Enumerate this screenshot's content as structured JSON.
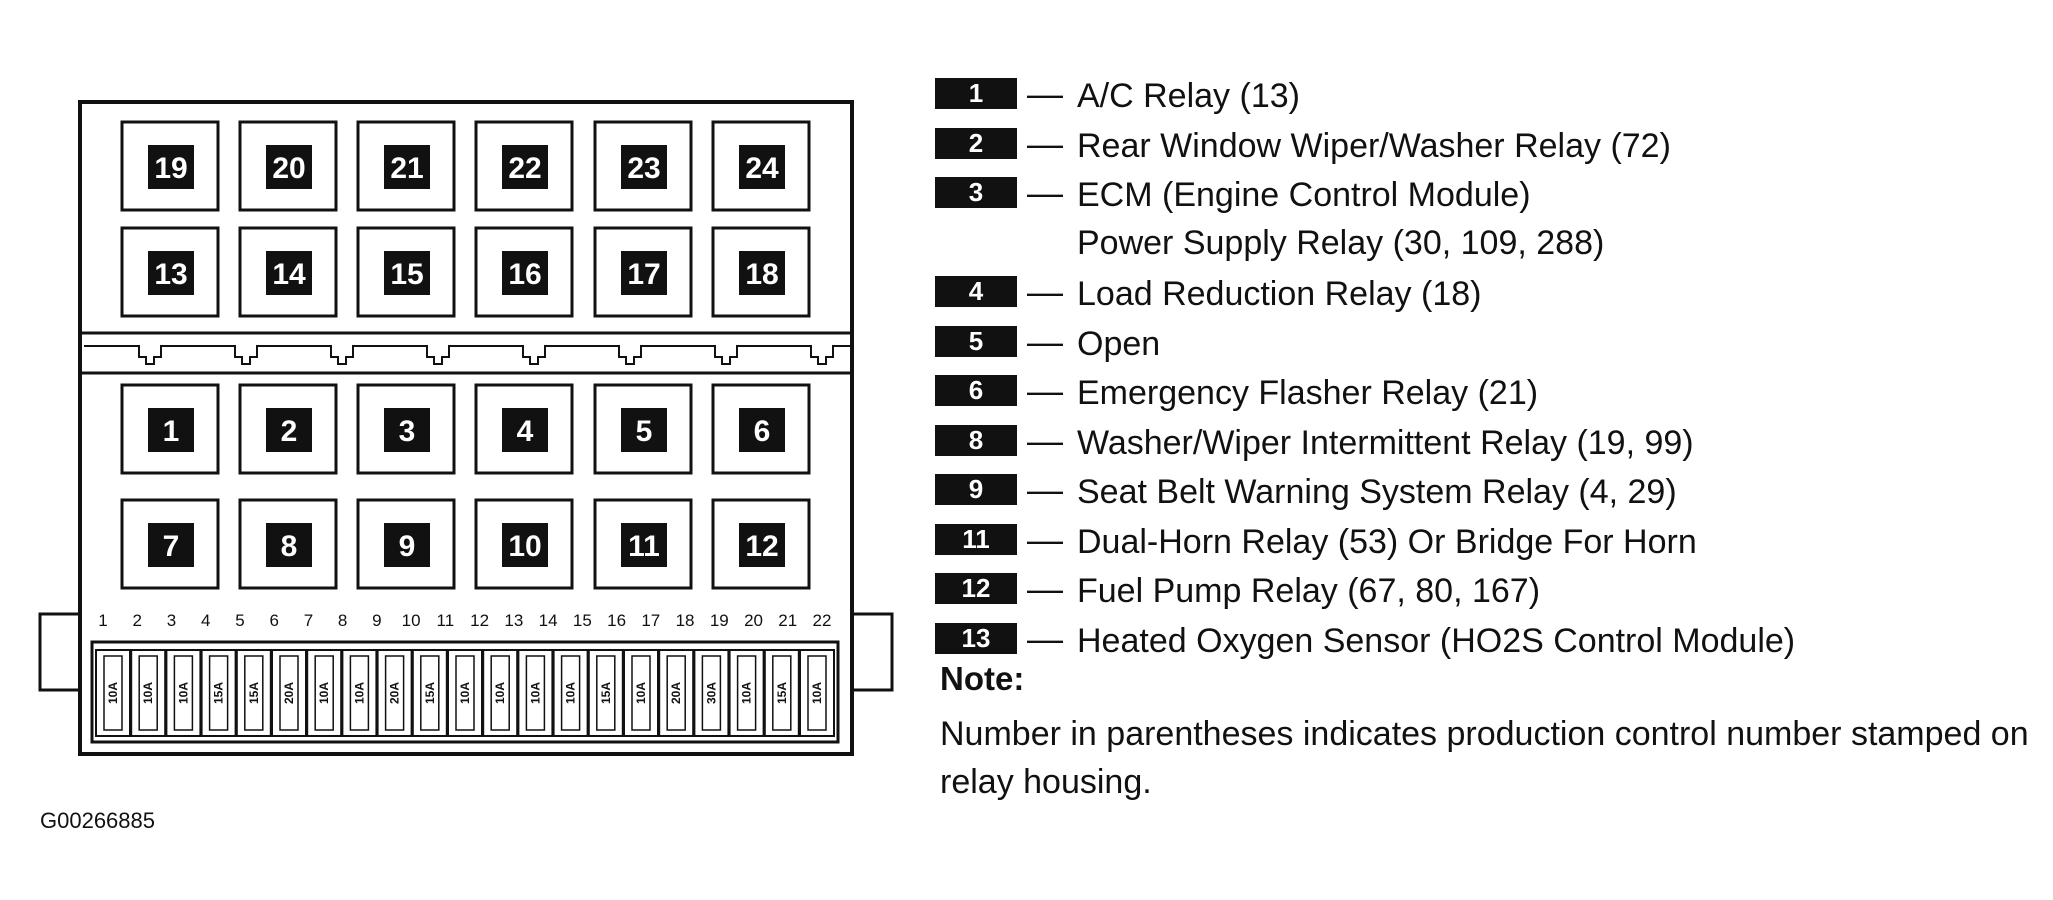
{
  "relay_grid": [
    [
      "19",
      "20",
      "21",
      "22",
      "23",
      "24"
    ],
    [
      "13",
      "14",
      "15",
      "16",
      "17",
      "18"
    ],
    [
      "1",
      "2",
      "3",
      "4",
      "5",
      "6"
    ],
    [
      "7",
      "8",
      "9",
      "10",
      "11",
      "12"
    ]
  ],
  "fuse_numbers": [
    "1",
    "2",
    "3",
    "4",
    "5",
    "6",
    "7",
    "8",
    "9",
    "10",
    "11",
    "12",
    "13",
    "14",
    "15",
    "16",
    "17",
    "18",
    "19",
    "20",
    "21",
    "22"
  ],
  "fuse_ratings": [
    "10A",
    "10A",
    "10A",
    "15A",
    "15A",
    "20A",
    "10A",
    "10A",
    "20A",
    "15A",
    "10A",
    "10A",
    "10A",
    "10A",
    "15A",
    "10A",
    "20A",
    "30A",
    "10A",
    "15A",
    "10A"
  ],
  "legend": [
    {
      "num": "1",
      "lines": [
        "A/C Relay (13)"
      ]
    },
    {
      "num": "2",
      "lines": [
        "Rear Window Wiper/Washer Relay (72)"
      ]
    },
    {
      "num": "3",
      "lines": [
        "ECM (Engine Control Module)",
        "Power Supply Relay (30, 109, 288)"
      ]
    },
    {
      "num": "4",
      "lines": [
        "Load Reduction Relay (18)"
      ]
    },
    {
      "num": "5",
      "lines": [
        "Open"
      ]
    },
    {
      "num": "6",
      "lines": [
        "Emergency Flasher Relay (21)"
      ]
    },
    {
      "num": "8",
      "lines": [
        "Washer/Wiper Intermittent Relay (19, 99)"
      ]
    },
    {
      "num": "9",
      "lines": [
        "Seat Belt Warning System Relay (4, 29)"
      ]
    },
    {
      "num": "11",
      "lines": [
        "Dual-Horn Relay (53) Or Bridge For Horn"
      ]
    },
    {
      "num": "12",
      "lines": [
        "Fuel Pump Relay (67, 80, 167)"
      ]
    },
    {
      "num": "13",
      "lines": [
        "Heated Oxygen Sensor (HO2S Control Module)"
      ]
    }
  ],
  "dash": "—",
  "note": {
    "title": "Note:",
    "text": "Number in parentheses indicates production control number stamped on relay housing."
  },
  "figure_id": "G00266885",
  "colors": {
    "ink": "#111111",
    "paper": "#ffffff"
  }
}
